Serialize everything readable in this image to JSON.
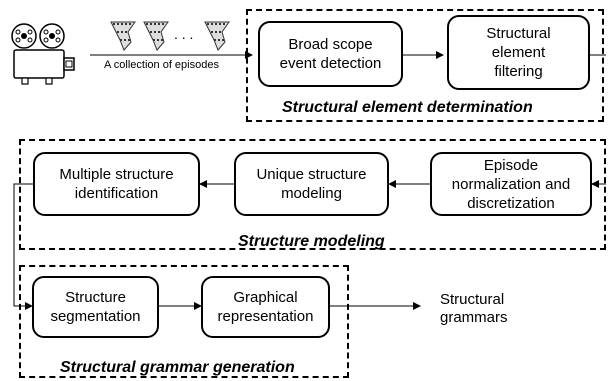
{
  "collection_label": "A collection of episodes",
  "ellipsis": ". . .",
  "stages": {
    "determination": {
      "label": "Structural element determination",
      "steps": [
        "Broad scope\nevent detection",
        "Structural\nelement\nfiltering"
      ]
    },
    "modeling": {
      "label": "Structure modeling",
      "steps": [
        "Episode\nnormalization and\ndiscretization",
        "Unique structure\nmodeling",
        "Multiple structure\nidentification"
      ]
    },
    "grammar": {
      "label": "Structural grammar generation",
      "steps": [
        "Structure\nsegmentation",
        "Graphical\nrepresentation"
      ]
    }
  },
  "output_label": "Structural\ngrammars",
  "icons": [
    "film-camera-icon",
    "film-reel-clip-icon"
  ]
}
